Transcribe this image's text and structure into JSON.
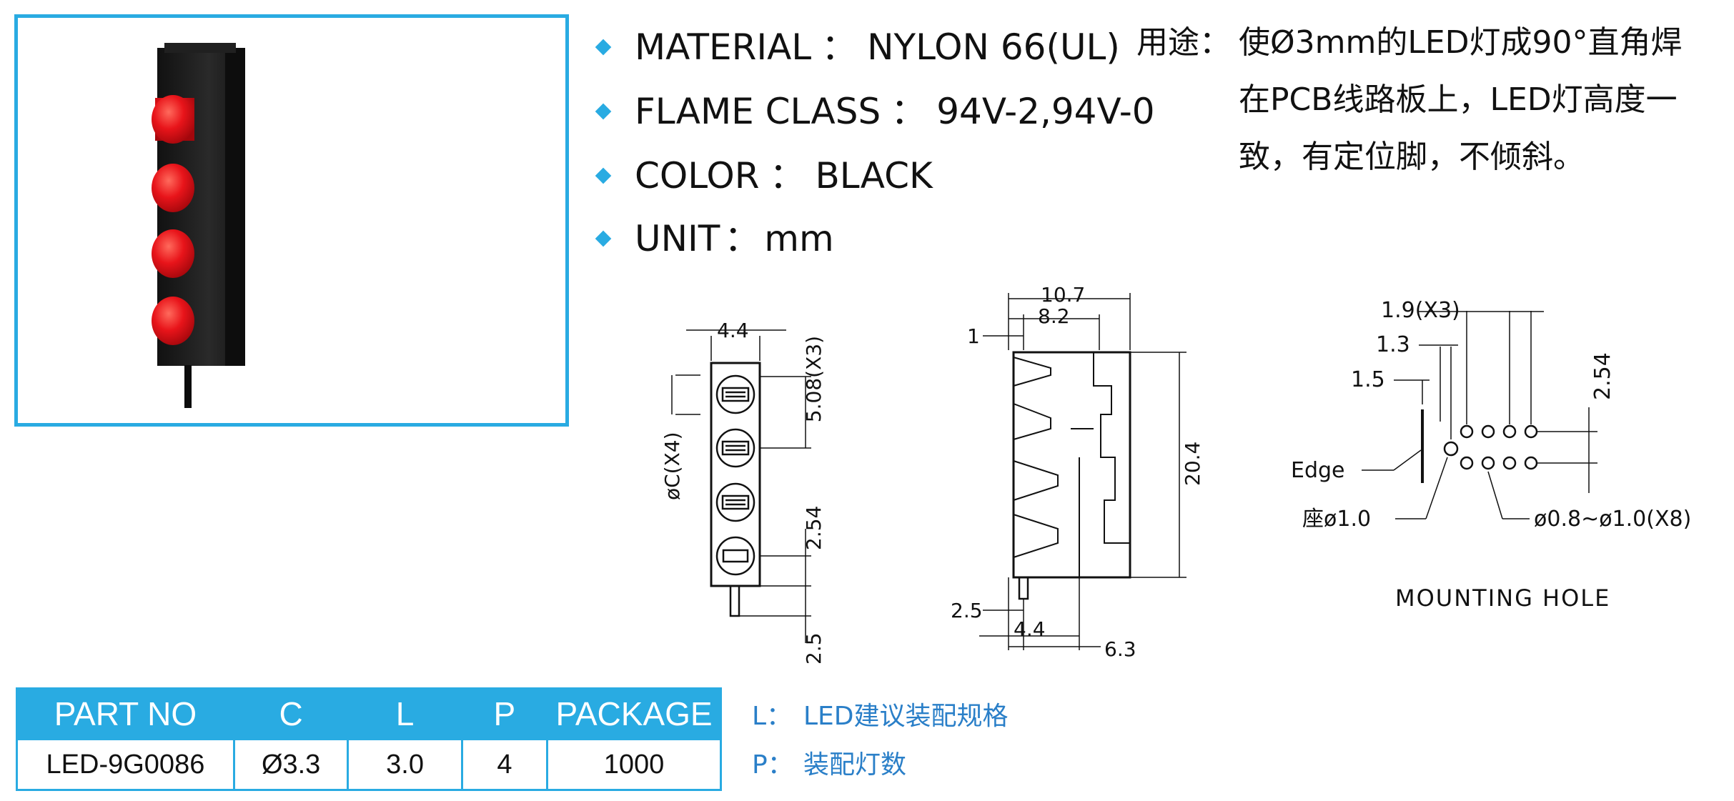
{
  "specs": [
    {
      "label": "MATERIAL",
      "sep": "：",
      "value": "NYLON 66(UL)"
    },
    {
      "label": "FLAME CLASS",
      "sep": "：",
      "value": "94V-2,94V-0"
    },
    {
      "label": "COLOR",
      "sep": "：",
      "value": "BLACK"
    },
    {
      "label": "UNIT",
      "sep": "：",
      "value": "mm"
    }
  ],
  "usage": {
    "label": "用途：",
    "lines": [
      "使Ø3mm的LED灯成90°直角焊",
      "在PCB线路板上，LED灯高度一",
      "致，有定位脚，不倾斜。"
    ]
  },
  "front_view": {
    "dims": {
      "width": "4.4",
      "pitch": "5.08(X3)",
      "dia": "øC(X4)",
      "pitch2": "2.54",
      "pin": "2.5"
    }
  },
  "side_view": {
    "dims": {
      "total": "10.7",
      "inner": "8.2",
      "offset": "1",
      "height": "20.4",
      "pin": "2.5",
      "pin_pos": "4.4",
      "pin_end": "6.3"
    }
  },
  "mounting_hole": {
    "dims": {
      "pitch_x": "1.9(X3)",
      "d1": "1.3",
      "d2": "1.5",
      "pitch_y": "2.54",
      "edge": "Edge",
      "seat": "座ø1.0",
      "holes": "ø0.8~ø1.0(X8)"
    },
    "caption": "MOUNTING  HOLE"
  },
  "table": {
    "headers": [
      "PART NO",
      "C",
      "L",
      "P",
      "PACKAGE"
    ],
    "rows": [
      [
        "LED-9G0086",
        "Ø3.3",
        "3.0",
        "4",
        "1000"
      ]
    ]
  },
  "notes": [
    {
      "key": "L：",
      "text": "LED建议装配规格"
    },
    {
      "key": "P：",
      "text": "装配灯数"
    }
  ],
  "colors": {
    "accent": "#29abe2",
    "led": "#e8141a",
    "body": "#1a1a1a",
    "note": "#2a7fc8"
  }
}
